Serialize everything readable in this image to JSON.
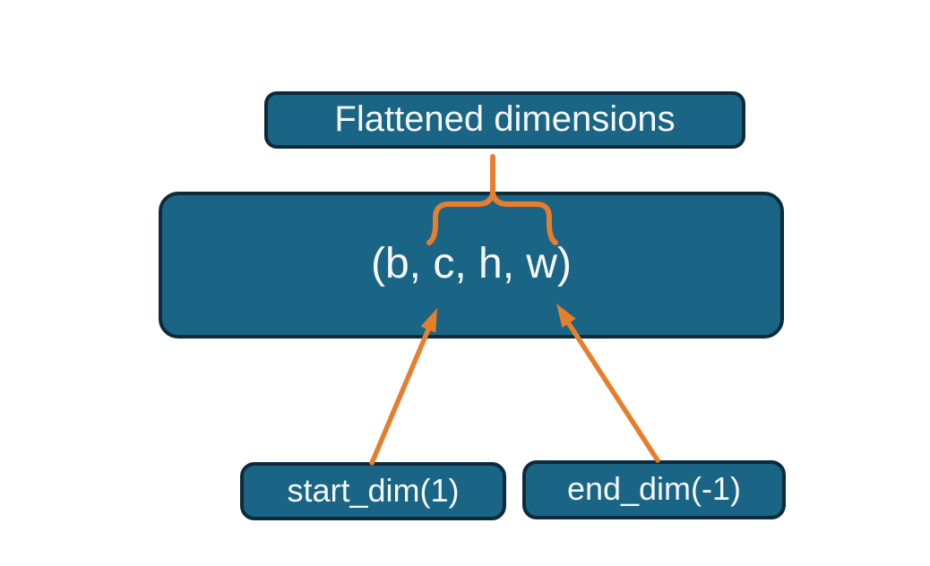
{
  "diagram": {
    "description": "Flatten operation dimension diagram",
    "title_box": {
      "label": "Flattened dimensions"
    },
    "tensor_box": {
      "label": "(b, c, h, w)"
    },
    "start_dim_box": {
      "label": "start_dim(1)"
    },
    "end_dim_box": {
      "label": "end_dim(-1)"
    },
    "annotations": {
      "brace": "curly brace spanning c through w, linked to Flattened dimensions box",
      "arrow_left": "from start_dim(1) box up to dimension c",
      "arrow_right": "from end_dim(-1) box up to dimension w"
    },
    "colors": {
      "background": "#ffffff",
      "box_fill": "#1a6485",
      "box_border": "#0d2b3a",
      "text": "#f5f8f9",
      "annotation_orange": "#e67e2e"
    }
  }
}
